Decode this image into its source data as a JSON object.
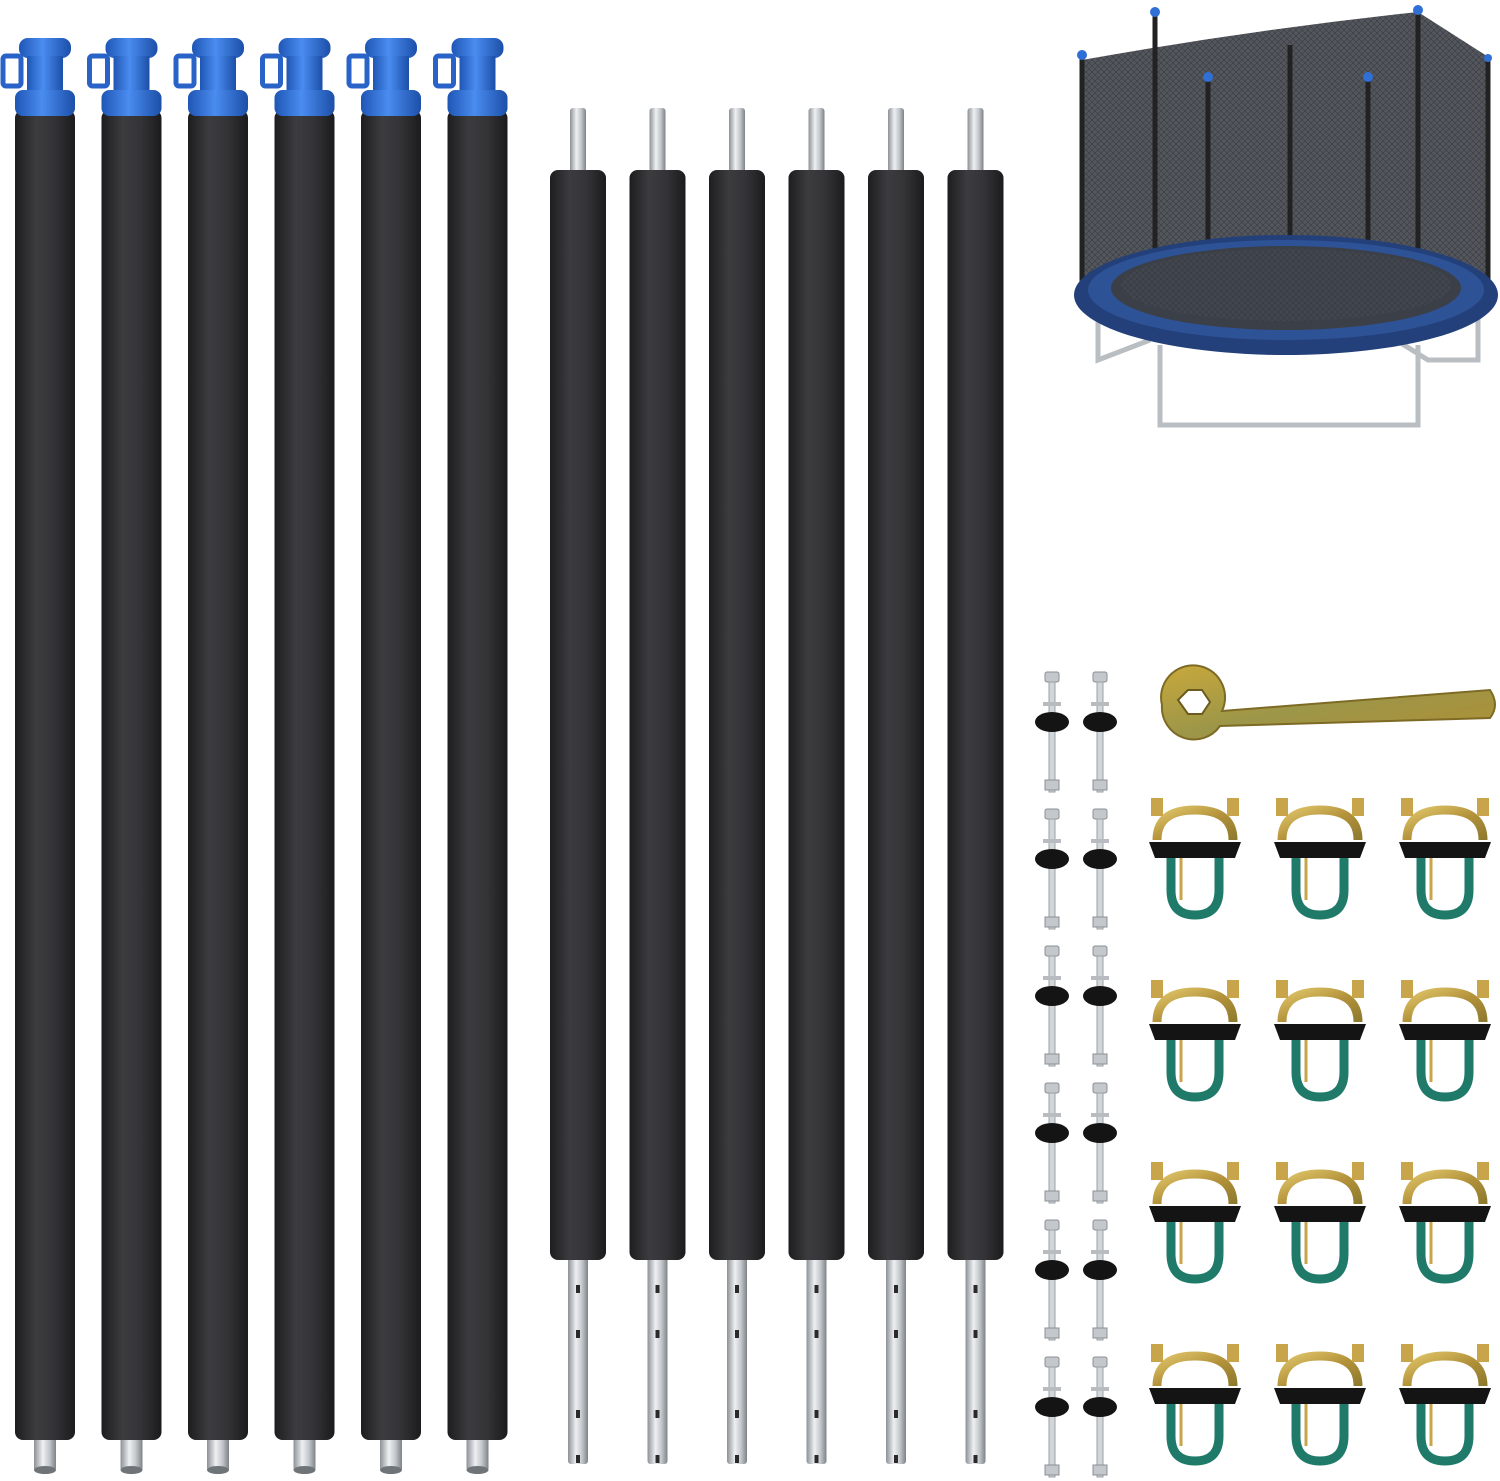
{
  "scene": {
    "background": "#ffffff",
    "colors": {
      "foam": "#2f2f31",
      "cap_blue": "#2f6fd6",
      "steel": "#c9cdd1",
      "bracket_gold": "#c9a94a",
      "ubolt_teal": "#1f7a6a",
      "rubber": "#141414",
      "net": "#3a3d42",
      "mat_blue": "#23407a"
    },
    "upper_poles": {
      "count": 6,
      "top_fitting": "blue-cap",
      "bottom_fitting": "steel-tip"
    },
    "lower_poles": {
      "count": 6,
      "top_fitting": "steel-tip",
      "bottom_fitting": "steel-tube-with-holes"
    },
    "screws": {
      "count": 12,
      "rows": 6,
      "columns": 2
    },
    "brackets": {
      "count": 12,
      "rows": 4,
      "columns": 3
    },
    "wrench": {
      "count": 1,
      "shape": "hex-socket-wrench"
    },
    "trampoline": {
      "shape": "round",
      "has_enclosure_net": true,
      "frame_legs": "u-shaped"
    }
  }
}
